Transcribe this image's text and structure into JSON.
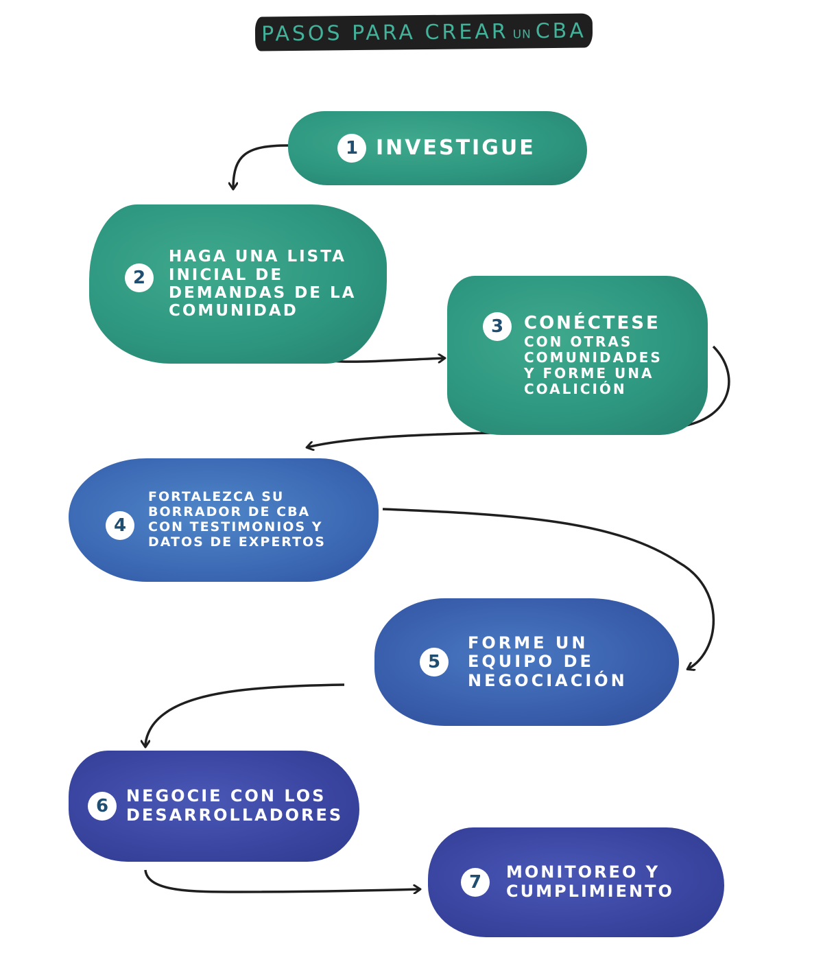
{
  "title": "PASOS PARA CREAR UN CBA",
  "title_parts": {
    "main": "PASOS PARA CREAR",
    "small": "un",
    "end": "CBA"
  },
  "steps": [
    {
      "number": "1",
      "lines": [
        "INVESTIGUE"
      ]
    },
    {
      "number": "2",
      "lines": [
        "HAGA una LISTA",
        "INICIAL de",
        "DEMANDAS de la",
        "COMUNIDAD"
      ]
    },
    {
      "number": "3",
      "lines": [
        "CONÉCTESE",
        "CON OTRAS",
        "COMUNIDADES",
        "Y FORME una",
        "COALICIÓN"
      ]
    },
    {
      "number": "4",
      "lines": [
        "FORTALEZCA SU",
        "BORRADOR de CBA",
        "CON TESTIMONIOS Y",
        "DATOS de EXPERTOS"
      ]
    },
    {
      "number": "5",
      "lines": [
        "FORME un",
        "EQUIPO de",
        "NEGOCIACIÓN"
      ]
    },
    {
      "number": "6",
      "lines": [
        "NEGOCIE con los",
        "DESARROLLADORES"
      ]
    },
    {
      "number": "7",
      "lines": [
        "MONITOREO y",
        "CUMPLIMIENTO"
      ]
    }
  ],
  "colors": {
    "teal": "#2e9780",
    "blue": "#3e6cb6",
    "indigo": "#3b46a2",
    "title_band": "#1f1f1f",
    "title_text": "#43b29a",
    "arrow": "#1f1f1f"
  }
}
